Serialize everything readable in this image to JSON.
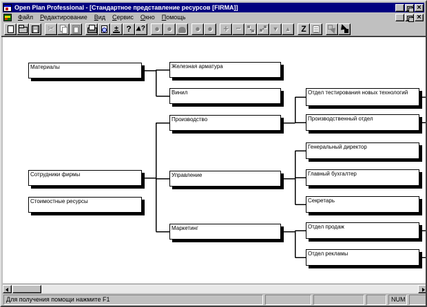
{
  "window": {
    "title": "Open Plan Professional - [Стандартное представление ресурсов [FIRMA]]",
    "controls": [
      {
        "name": "minimize"
      },
      {
        "name": "restore"
      },
      {
        "name": "close"
      }
    ]
  },
  "mdi": {
    "controls": [
      {
        "name": "minimize"
      },
      {
        "name": "restore"
      },
      {
        "name": "close"
      }
    ]
  },
  "menu": {
    "items": [
      {
        "label": "Файл"
      },
      {
        "label": "Редактирование"
      },
      {
        "label": "Вид"
      },
      {
        "label": "Сервис"
      },
      {
        "label": "Окно"
      },
      {
        "label": "Помощь"
      }
    ]
  },
  "toolbar": {
    "buttons": [
      {
        "icon": "new-document",
        "enabled": true,
        "group": 0
      },
      {
        "icon": "open",
        "enabled": true,
        "group": 0
      },
      {
        "icon": "save",
        "enabled": true,
        "group": 0
      },
      {
        "icon": "cut",
        "enabled": false,
        "group": 1
      },
      {
        "icon": "copy",
        "enabled": false,
        "group": 1
      },
      {
        "icon": "paste",
        "enabled": false,
        "group": 1
      },
      {
        "icon": "print",
        "enabled": true,
        "group": 2
      },
      {
        "icon": "print-preview",
        "enabled": true,
        "group": 2
      },
      {
        "icon": "views",
        "enabled": true,
        "group": 2
      },
      {
        "icon": "help",
        "enabled": true,
        "group": 2
      },
      {
        "icon": "context-help",
        "enabled": true,
        "group": 2
      },
      {
        "icon": "tool-circle-a",
        "enabled": false,
        "group": 3
      },
      {
        "icon": "tool-circle-b",
        "enabled": false,
        "group": 3
      },
      {
        "icon": "tool-rounded",
        "enabled": false,
        "group": 3
      },
      {
        "icon": "tool-circle-c",
        "enabled": false,
        "group": 4
      },
      {
        "icon": "tool-circle-d",
        "enabled": false,
        "group": 4
      },
      {
        "icon": "expand-plus",
        "enabled": false,
        "group": 5
      },
      {
        "icon": "collapse-minus",
        "enabled": false,
        "group": 5
      },
      {
        "icon": "tool-link-a",
        "enabled": false,
        "group": 5
      },
      {
        "icon": "tool-link-b",
        "enabled": false,
        "group": 5
      },
      {
        "icon": "move-down",
        "enabled": false,
        "group": 5
      },
      {
        "icon": "move-up",
        "enabled": false,
        "group": 5
      },
      {
        "icon": "sort-z",
        "enabled": true,
        "group": 6
      },
      {
        "icon": "notes",
        "enabled": false,
        "group": 6
      },
      {
        "icon": "zoom-out",
        "enabled": false,
        "group": 7
      },
      {
        "icon": "zoom-in",
        "enabled": true,
        "group": 7
      }
    ]
  },
  "diagram": {
    "nodes": [
      {
        "id": "materials",
        "label": "Материалы"
      },
      {
        "id": "iron",
        "label": "Железная арматура"
      },
      {
        "id": "vinyl",
        "label": "Винил"
      },
      {
        "id": "production",
        "label": "Производство"
      },
      {
        "id": "staff",
        "label": "Сотрудники фирмы"
      },
      {
        "id": "cost",
        "label": "Стоимостные ресурсы"
      },
      {
        "id": "management",
        "label": "Управление"
      },
      {
        "id": "marketing",
        "label": "Маркетинг"
      },
      {
        "id": "testing",
        "label": "Отдел тестирования новых технологий"
      },
      {
        "id": "proddept",
        "label": "Производственный отдел"
      },
      {
        "id": "ceo",
        "label": "Генеральный директор"
      },
      {
        "id": "accountant",
        "label": "Главный бухгалтер"
      },
      {
        "id": "secretary",
        "label": "Секретарь"
      },
      {
        "id": "sales",
        "label": "Отдел продаж"
      },
      {
        "id": "ads",
        "label": "Отдел рекламы"
      }
    ],
    "links": [
      {
        "parent": "Материалы",
        "child": "Железная арматура"
      },
      {
        "parent": "Материалы",
        "child": "Винил"
      },
      {
        "parent": "Сотрудники фирмы",
        "child": "Производство"
      },
      {
        "parent": "Сотрудники фирмы",
        "child": "Управление"
      },
      {
        "parent": "Сотрудники фирмы",
        "child": "Маркетинг"
      },
      {
        "parent": "Производство",
        "child": "Отдел тестирования новых технологий"
      },
      {
        "parent": "Производство",
        "child": "Производственный отдел"
      },
      {
        "parent": "Управление",
        "child": "Генеральный директор"
      },
      {
        "parent": "Управление",
        "child": "Главный бухгалтер"
      },
      {
        "parent": "Управление",
        "child": "Секретарь"
      },
      {
        "parent": "Маркетинг",
        "child": "Отдел продаж"
      },
      {
        "parent": "Маркетинг",
        "child": "Отдел рекламы"
      }
    ]
  },
  "statusbar": {
    "message": "Для получения помощи нажмите F1",
    "num": "NUM"
  },
  "colors": {
    "titlebar": "#000080",
    "chrome": "#c0c0c0",
    "canvas": "#ffffff",
    "line": "#000000"
  }
}
